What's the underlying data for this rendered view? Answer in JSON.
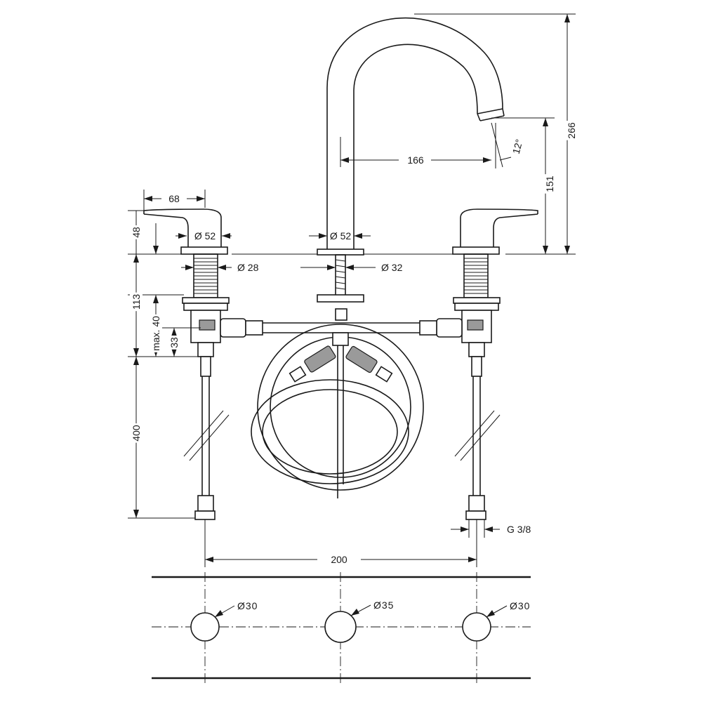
{
  "dimensions": {
    "width_handle": "68",
    "height_handle": "48",
    "dia_left_base": "Ø 52",
    "dia_center_base": "Ø 52",
    "dia_left_shank": "Ø 28",
    "dia_center_shank": "Ø 32",
    "spout_reach": "166",
    "spout_angle": "12°",
    "spout_outlet_height": "151",
    "total_height": "266",
    "body_height": "113",
    "max_deck": "max. 40",
    "deck_33": "33",
    "hose_length": "400",
    "thread": "G 3/8",
    "spacing": "200",
    "hole_left": "Ø30",
    "hole_center": "Ø35",
    "hole_right": "Ø30"
  }
}
